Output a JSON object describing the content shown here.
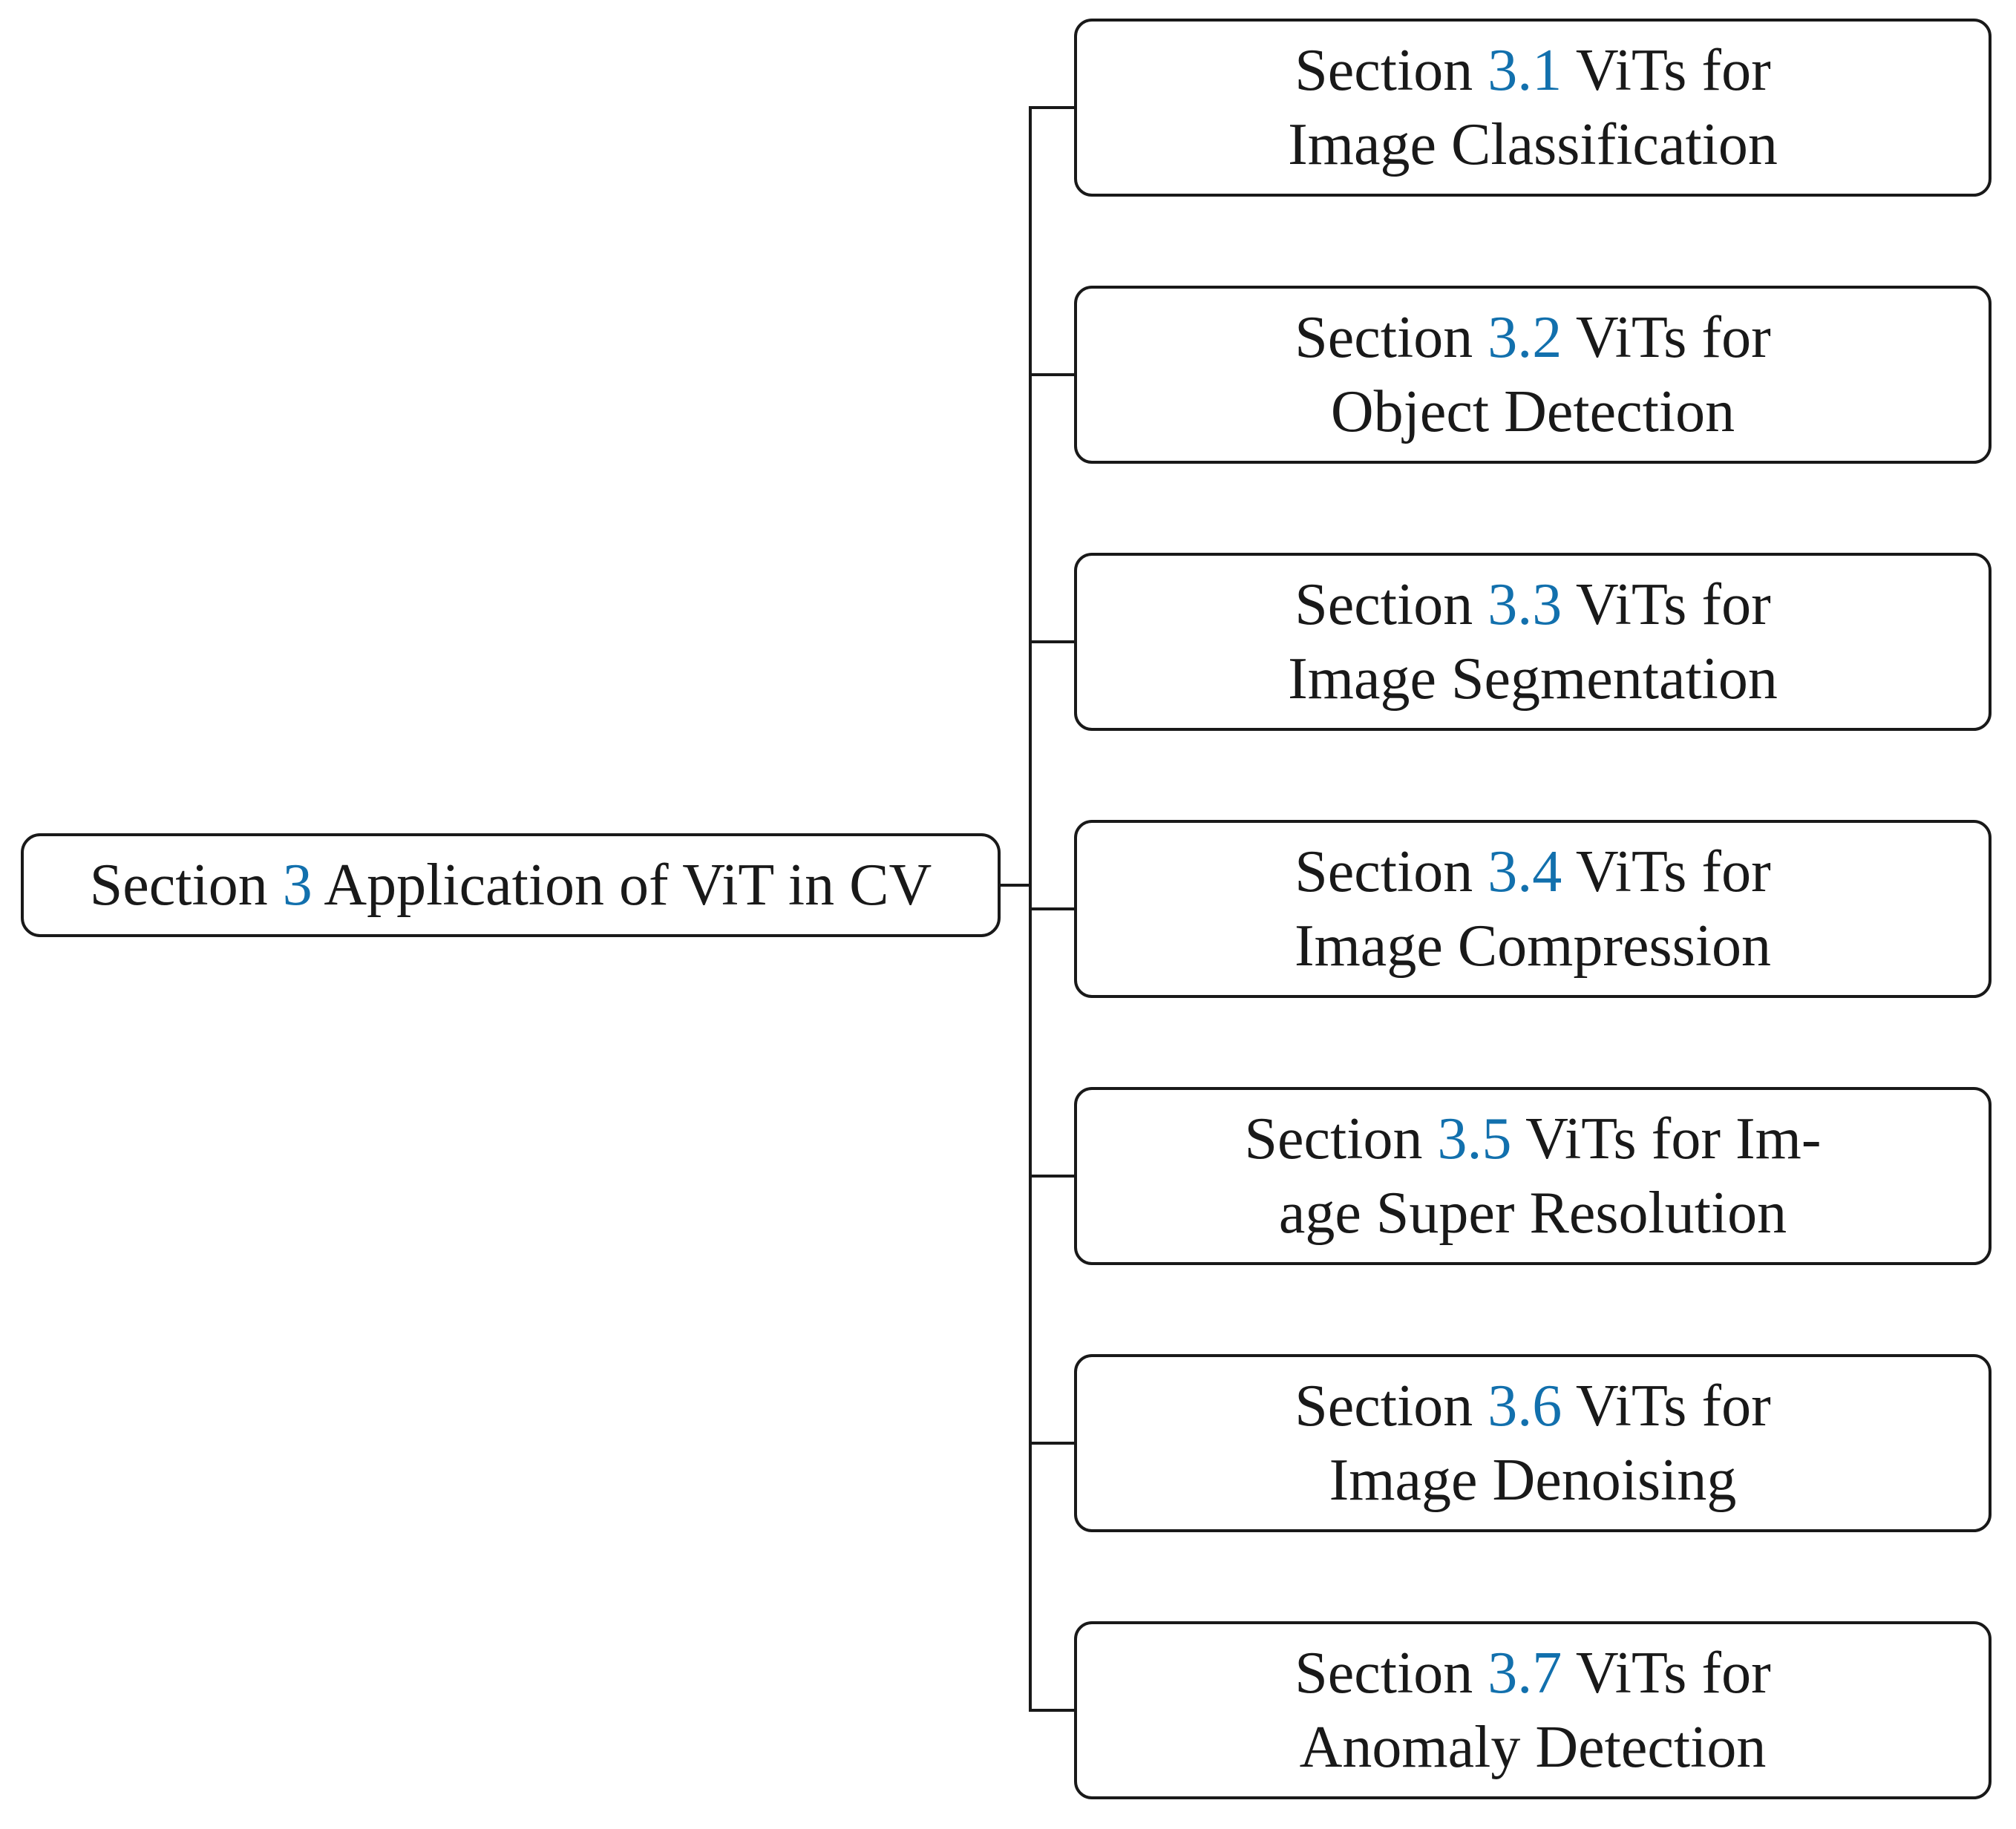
{
  "figure": {
    "type": "section-hierarchy-tree",
    "colors": {
      "ink": "#191919",
      "section_number_blue": "#1270ad",
      "background": "#ffffff"
    },
    "root": {
      "label_prefix": "Section",
      "number": "3",
      "label_suffix": "Application of ViT in CV"
    },
    "children": [
      {
        "label_prefix": "Section",
        "number": "3.1",
        "line1_after": "ViTs for",
        "line2": "Image Classification"
      },
      {
        "label_prefix": "Section",
        "number": "3.2",
        "line1_after": "ViTs for",
        "line2": "Object Detection"
      },
      {
        "label_prefix": "Section",
        "number": "3.3",
        "line1_after": "ViTs for",
        "line2": "Image Segmentation"
      },
      {
        "label_prefix": "Section",
        "number": "3.4",
        "line1_after": "ViTs for",
        "line2": "Image Compression"
      },
      {
        "label_prefix": "Section",
        "number": "3.5",
        "line1_after": "ViTs for Im-",
        "line2": "age Super Resolution"
      },
      {
        "label_prefix": "Section",
        "number": "3.6",
        "line1_after": "ViTs for",
        "line2": "Image Denoising"
      },
      {
        "label_prefix": "Section",
        "number": "3.7",
        "line1_after": "ViTs for",
        "line2": "Anomaly Detection"
      }
    ]
  }
}
